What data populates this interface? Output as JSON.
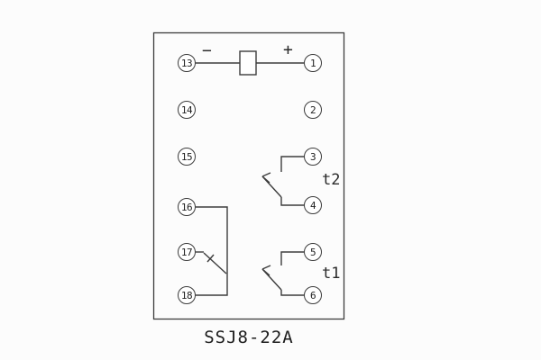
{
  "diagram": {
    "caption": "SSJ8-22A",
    "polarity": {
      "minus": "−",
      "plus": "+"
    },
    "timing_labels": {
      "t2": "t2",
      "t1": "t1"
    },
    "terminals": [
      {
        "id": "13"
      },
      {
        "id": "14"
      },
      {
        "id": "15"
      },
      {
        "id": "16"
      },
      {
        "id": "17"
      },
      {
        "id": "18"
      },
      {
        "id": "1"
      },
      {
        "id": "2"
      },
      {
        "id": "3"
      },
      {
        "id": "4"
      },
      {
        "id": "5"
      },
      {
        "id": "6"
      }
    ],
    "colors": {
      "line": "#3c3c3c",
      "background": "#fcfcfc"
    }
  }
}
